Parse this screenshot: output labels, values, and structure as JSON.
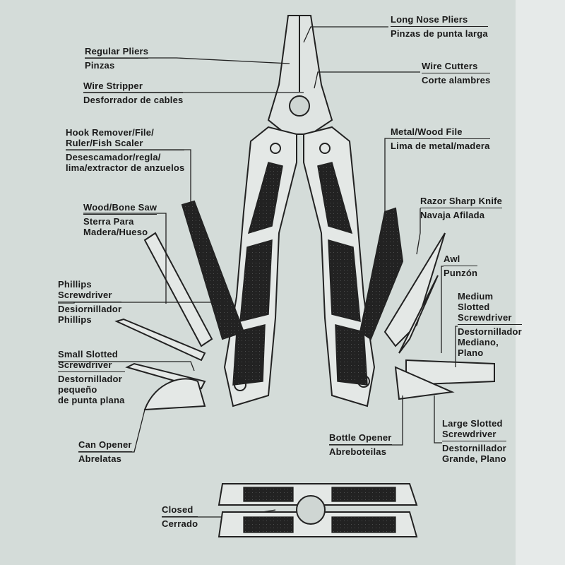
{
  "labels": {
    "long_nose": {
      "en": "Long Nose Pliers",
      "es": "Pinzas de punta larga"
    },
    "regular": {
      "en": "Regular Pliers",
      "es": "Pinzas"
    },
    "wire_cutters": {
      "en": "Wire Cutters",
      "es": "Corte alambres"
    },
    "wire_stripper": {
      "en": "Wire Stripper",
      "es": "Desforrador de cables"
    },
    "hook": {
      "en1": "Hook Remover/File/",
      "en2": "Ruler/Fish Scaler",
      "es1": "Desescamador/regla/",
      "es2": "lima/extractor de anzuelos"
    },
    "file": {
      "en": "Metal/Wood File",
      "es": "Lima de metal/madera"
    },
    "saw": {
      "en": "Wood/Bone Saw",
      "es1": "Sterra Para",
      "es2": "Madera/Hueso"
    },
    "knife": {
      "en": "Razor Sharp Knife",
      "es": "Navaja Afilada"
    },
    "awl": {
      "en": "Awl",
      "es": "Punzón"
    },
    "phillips": {
      "en1": "Phillips",
      "en2": "Screwdriver",
      "es1": "Desiornillador",
      "es2": "Phillips"
    },
    "medium": {
      "en1": "Medium",
      "en2": "Slotted",
      "en3": "Screwdriver",
      "es1": "Destornillador",
      "es2": "Mediano,",
      "es3": "Plano"
    },
    "small": {
      "en1": "Small Slotted",
      "en2": "Screwdriver",
      "es1": "Destornillador",
      "es2": "pequeño",
      "es3": "de punta plana"
    },
    "can": {
      "en": "Can Opener",
      "es": "Abrelatas"
    },
    "bottle": {
      "en": "Bottle Opener",
      "es": "Abreboteilas"
    },
    "large": {
      "en1": "Large Slotted",
      "en2": "Screwdriver",
      "es1": "Destornillador",
      "es2": "Grande, Plano"
    },
    "closed": {
      "en": "Closed",
      "es": "Cerrado"
    }
  }
}
